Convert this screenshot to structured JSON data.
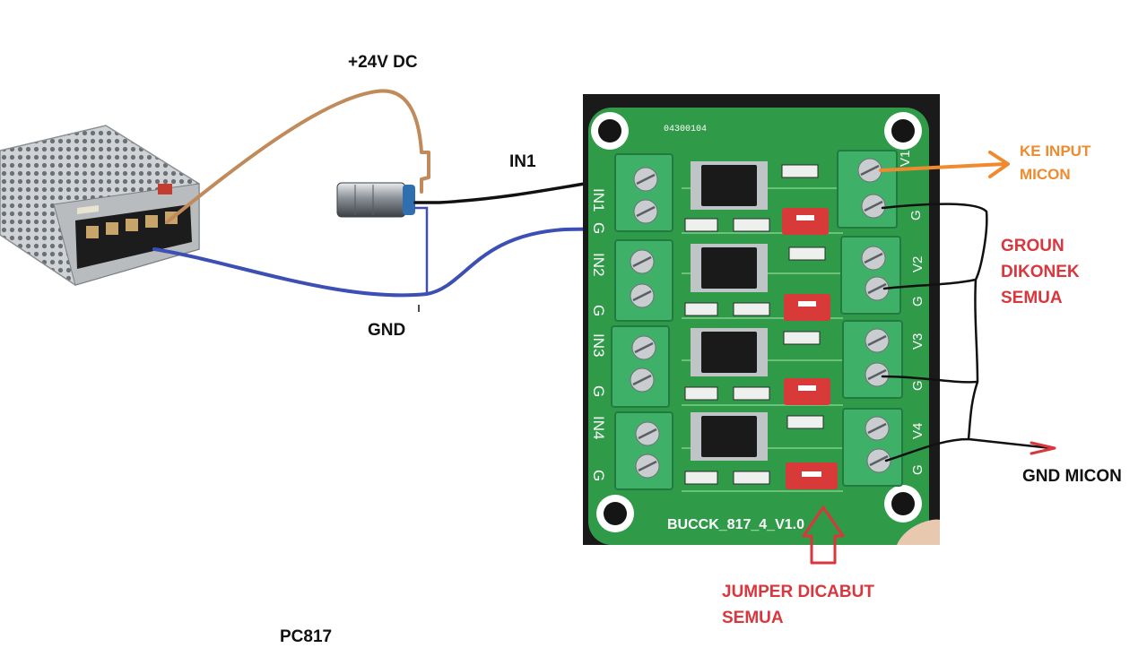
{
  "labels": {
    "supply_voltage": "+24V DC",
    "gnd": "GND",
    "in1": "IN1",
    "ke_input_line1": "KE INPUT",
    "ke_input_line2": "MICON",
    "ground_line1": "GROUN",
    "ground_line2": "DIKONEK",
    "ground_line3": "SEMUA",
    "gnd_micon": "GND MICON",
    "jumper_line1": "JUMPER DICABUT",
    "jumper_line2": "SEMUA",
    "bottom_cut": "PC817"
  },
  "board": {
    "serial": "04300104",
    "name": "BUCCK_817_4_V1.0",
    "input_labels": [
      "IN1",
      "G",
      "IN2",
      "G",
      "IN3",
      "G",
      "IN4",
      "G"
    ],
    "output_labels": [
      "V1",
      "G",
      "V2",
      "G",
      "V3",
      "G",
      "V4",
      "G"
    ]
  },
  "colors": {
    "brown_wire": "#c08a5a",
    "blue_wire": "#3c4fb4",
    "black_wire": "#111111",
    "orange_arrow": "#ef8a2e",
    "red_arrow": "#d9363e",
    "pcb": "#2f9a48",
    "terminal": "#3fb068",
    "jumper": "#d83a3a"
  }
}
